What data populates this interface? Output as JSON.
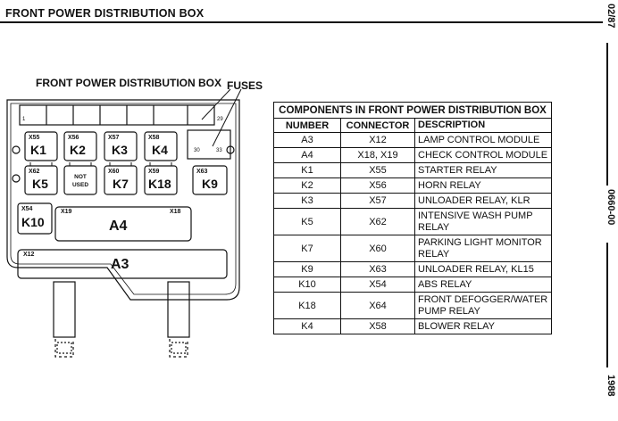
{
  "header": {
    "title": "FRONT POWER DISTRIBUTION BOX",
    "side_top": "02/87",
    "side_middle": "0660-00",
    "side_bottom": "1988"
  },
  "diagram": {
    "title": "FRONT POWER DISTRIBUTION BOX",
    "fuses_label": "FUSES",
    "fuse_first": "1",
    "fuse_last": "29",
    "fuse_mid_left": "30",
    "fuse_mid_right": "33",
    "relays": [
      {
        "conn": "X55",
        "name": "K1"
      },
      {
        "conn": "X56",
        "name": "K2"
      },
      {
        "conn": "X57",
        "name": "K3"
      },
      {
        "conn": "X58",
        "name": "K4"
      },
      {
        "conn": "X62",
        "name": "K5"
      },
      {
        "conn": "",
        "name": "NOT USED"
      },
      {
        "conn": "X60",
        "name": "K7"
      },
      {
        "conn": "X59",
        "name": "K18"
      },
      {
        "conn": "X63",
        "name": "K9"
      },
      {
        "conn": "X54",
        "name": "K10"
      }
    ],
    "a4": {
      "label": "A4",
      "left_conn": "X19",
      "right_conn": "X18"
    },
    "a3": {
      "label": "A3",
      "conn": "X12"
    }
  },
  "table": {
    "caption": "COMPONENTS IN FRONT POWER DISTRIBUTION BOX",
    "headers": [
      "NUMBER",
      "CONNECTOR",
      "DESCRIPTION"
    ],
    "rows": [
      [
        "A3",
        "X12",
        "LAMP CONTROL MODULE"
      ],
      [
        "A4",
        "X18, X19",
        "CHECK CONTROL MODULE"
      ],
      [
        "K1",
        "X55",
        "STARTER RELAY"
      ],
      [
        "K2",
        "X56",
        "HORN RELAY"
      ],
      [
        "K3",
        "X57",
        "UNLOADER RELAY, KLR"
      ],
      [
        "K5",
        "X62",
        "INTENSIVE WASH PUMP RELAY"
      ],
      [
        "K7",
        "X60",
        "PARKING LIGHT MONITOR RELAY"
      ],
      [
        "K9",
        "X63",
        "UNLOADER RELAY, KL15"
      ],
      [
        "K10",
        "X54",
        "ABS RELAY"
      ],
      [
        "K18",
        "X64",
        "FRONT DEFOGGER/WATER PUMP RELAY"
      ],
      [
        "K4",
        "X58",
        "BLOWER RELAY"
      ]
    ]
  }
}
